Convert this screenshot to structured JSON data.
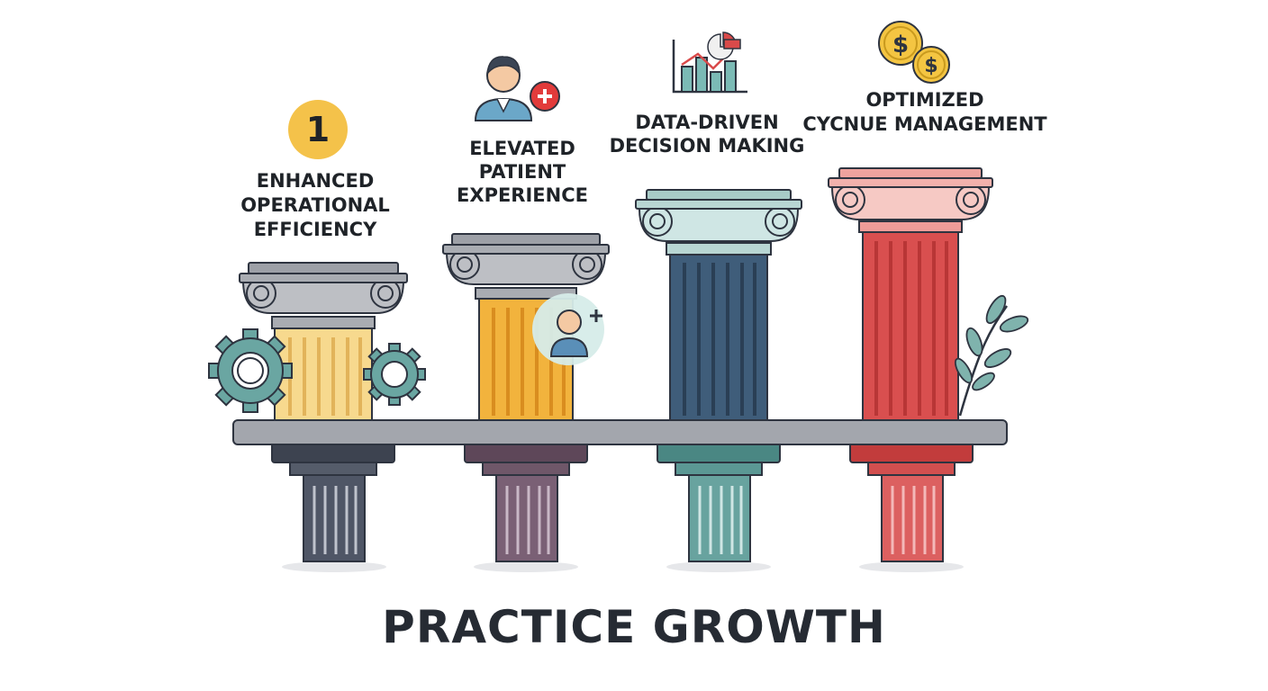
{
  "title": "PRACTICE GROWTH",
  "pillars": [
    {
      "step_number": "1",
      "label_lines": [
        "ENHANCED",
        "OPERATIONAL",
        "EFFICIENCY"
      ],
      "icon": "gear-icon",
      "shaft_color": "#f7d98e",
      "base_color": "#4a5160"
    },
    {
      "label_lines": [
        "ELEVATED",
        "PATIENT",
        "EXPERIENCE"
      ],
      "icon": "patient-plus-icon",
      "shaft_color": "#f2b33d",
      "base_color": "#6b4f66"
    },
    {
      "label_lines": [
        "DATA-DRIVEN",
        "DECISION MAKING"
      ],
      "icon": "bar-chart-icon",
      "shaft_color": "#3f5d7a",
      "base_color": "#4f8e8a"
    },
    {
      "label_lines": [
        "OPTIMIZED",
        "CYCNUE MANAGEMENT"
      ],
      "icon": "coins-icon",
      "shaft_color": "#d94f4f",
      "base_color": "#c84545"
    }
  ],
  "colors": {
    "outline": "#2e3440",
    "platform": "#a3a6ad",
    "capital_gray": "#bdbfc4",
    "capital_teal": "#cfe6e4",
    "capital_pink": "#f6c9c4",
    "gear": "#6aa6a2",
    "coin": "#f4c542",
    "leaf": "#7fb3ad",
    "title": "#262b33"
  }
}
